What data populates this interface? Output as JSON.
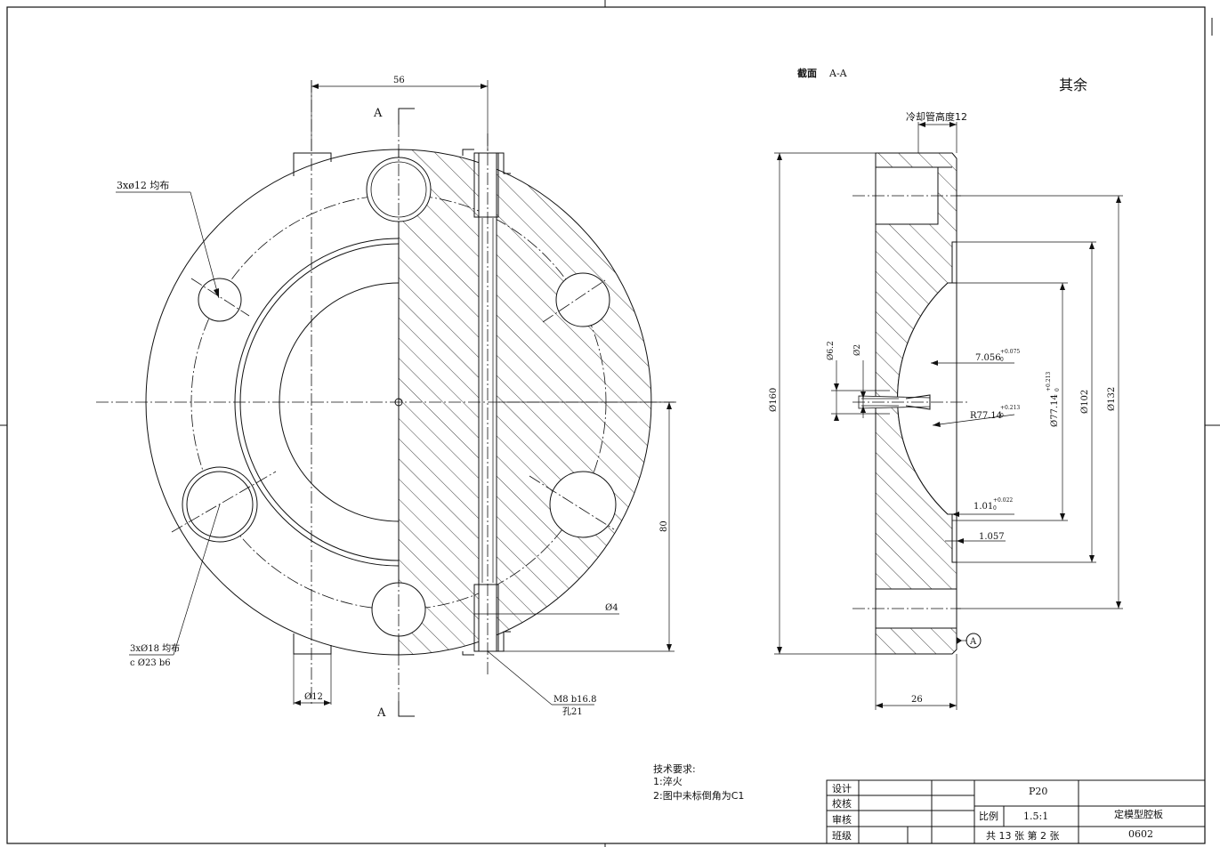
{
  "section_label": "截面",
  "section_name": "A-A",
  "surface_note": "其余",
  "cooling_note": "冷却管高度12",
  "left_view": {
    "section_letter_top": "A",
    "section_letter_bottom": "A",
    "dim_top": "56",
    "dim_bolt_holes": "3xø12 均布",
    "dim_counterbore_1": "3xØ18 均布",
    "dim_counterbore_2": "c  Ø23 b6",
    "dim_pin": "Ø12",
    "dim_vertical": "80",
    "dim_channel": "Ø4",
    "dim_thread_1": "M8 b16.8",
    "dim_thread_2": "孔21"
  },
  "right_view": {
    "dim_160": "Ø160",
    "dim_132": "Ø132",
    "dim_102": "Ø102",
    "dim_77_base": "Ø77.14",
    "dim_77_tol": "+0.213",
    "dim_77_low": "0",
    "dim_62": "Ø6.2",
    "dim_2": "Ø2",
    "dim_7056_base": "7.056",
    "dim_7056_tol": "+0.075",
    "dim_7056_low": "0",
    "dim_r77_base": "R77.14",
    "dim_r77_tol": "+0.213",
    "dim_r77_low": "0",
    "dim_101_base": "1.01",
    "dim_101_tol": "+0.022",
    "dim_101_low": "0",
    "dim_1057": "1.057",
    "dim_26": "26",
    "datum": "A"
  },
  "tech_req": {
    "title": "技术要求:",
    "item_1": "1:淬火",
    "item_2": "2:图中未标倒角为C1"
  },
  "title_block": {
    "design": "设计",
    "check": "校核",
    "review": "审核",
    "class": "班级",
    "material": "P20",
    "scale_label": "比例",
    "scale_value": "1.5:1",
    "part_name": "定模型腔板",
    "sheet_info": "共 13 张 第 2 张",
    "drawing_no": "0602"
  }
}
